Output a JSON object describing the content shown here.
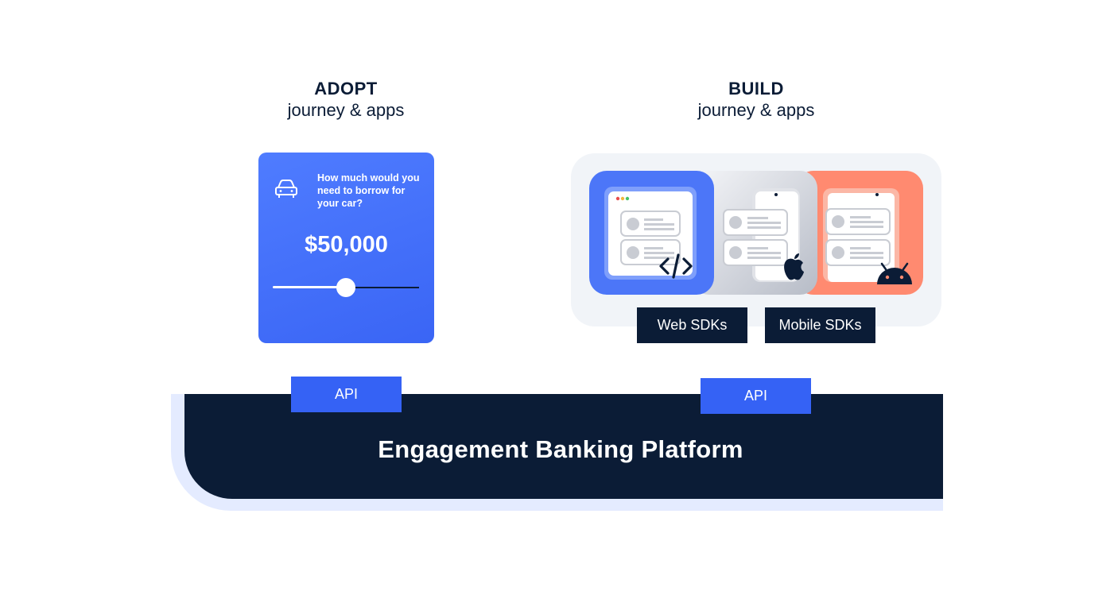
{
  "adopt": {
    "title": "ADOPT",
    "subtitle": "journey & apps"
  },
  "build": {
    "title": "BUILD",
    "subtitle": "journey & apps"
  },
  "loan_card": {
    "question": "How much would you need to borrow for your car?",
    "amount": "$50,000",
    "slider_fraction": 0.5
  },
  "sdks": {
    "web": "Web SDKs",
    "mobile": "Mobile SDKs"
  },
  "api": {
    "left": "API",
    "right": "API"
  },
  "platform": {
    "title": "Engagement Banking Platform"
  },
  "icons": [
    "car-icon",
    "code-icon",
    "apple-icon",
    "android-icon"
  ],
  "colors": {
    "navy": "#0b1c36",
    "blue": "#3562f5",
    "coral": "#ff8a70",
    "panel": "#f1f4f8",
    "platform_shadow": "#e4ebff"
  }
}
